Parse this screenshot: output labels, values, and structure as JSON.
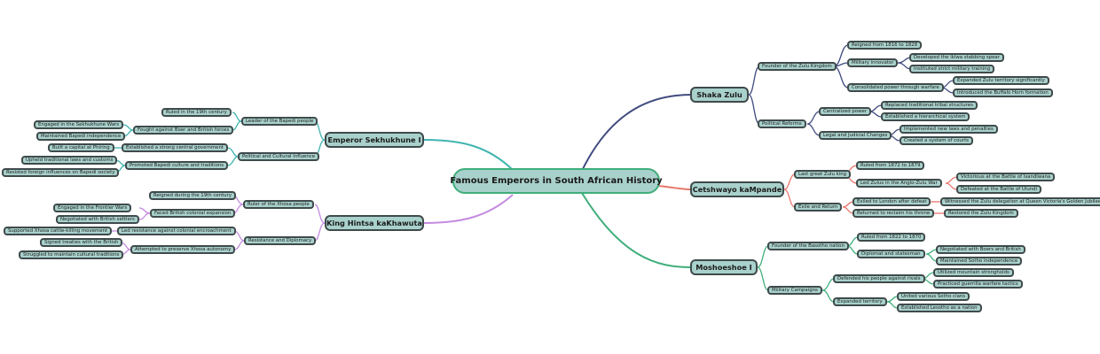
{
  "root": {
    "title": "Famous Emperors in South African History"
  },
  "colors": {
    "shaka": "#3f4a7e",
    "cetshwayo": "#e8776c",
    "moshoeshoe": "#3fae7b",
    "sekhukhune": "#3fb4b0",
    "hintsa": "#c48be0",
    "node_fill": "#a9d1cc",
    "node_border": "#3f4a4b",
    "root_border": "#3fae7b"
  },
  "branches": {
    "shaka": {
      "name": "Shaka Zulu",
      "founder": {
        "label": "Founder of the Zulu Kingdom",
        "reigned": "Reigned from 1816 to 1828",
        "military": {
          "label": "Military innovator",
          "spear": "Developed the iklwa stabbing spear",
          "training": "Instituted strict military training"
        },
        "consolidated": {
          "label": "Consolidated power through warfare",
          "expanded": "Expanded Zulu territory significantly",
          "buffalo": "Introduced the Buffalo Horn formation"
        }
      },
      "reforms": {
        "label": "Political Reforms",
        "centralized": {
          "label": "Centralized power",
          "replaced": "Replaced traditional tribal structures",
          "hierarchical": "Established a hierarchical system"
        },
        "legal": {
          "label": "Legal and Judicial Changes",
          "laws": "Implemented new laws and penalties",
          "courts": "Created a system of courts"
        }
      }
    },
    "cetshwayo": {
      "name": "Cetshwayo kaMpande",
      "last": {
        "label": "Last great Zulu king",
        "ruled": "Ruled from 1872 to 1879",
        "war": {
          "label": "Led Zulus in the Anglo-Zulu War",
          "isandlwana": "Victorious at the Battle of Isandlwana",
          "ulundi": "Defeated at the Battle of Ulundi"
        }
      },
      "exile": {
        "label": "Exile and Return",
        "london": {
          "label": "Exiled to London after defeat",
          "jubilee": "Witnessed the Zulu delegation at Queen Victoria's Golden Jubilee"
        },
        "returned": {
          "label": "Returned to reclaim his throne",
          "restored": "Restored the Zulu Kingdom"
        }
      }
    },
    "moshoeshoe": {
      "name": "Moshoeshoe I",
      "founder": {
        "label": "Founder of the Basotho nation",
        "ruled": "Ruled from 1822 to 1870",
        "diplomat": {
          "label": "Diplomat and statesman",
          "negotiated": "Negotiated with Boers and British",
          "maintained": "Maintained Sotho independence"
        }
      },
      "campaigns": {
        "label": "Military Campaigns",
        "defended": {
          "label": "Defended his people against rivals",
          "strongholds": "Utilized mountain strongholds",
          "guerrilla": "Practiced guerrilla warfare tactics"
        },
        "expanded": {
          "label": "Expanded territory",
          "united": "United various Sotho clans",
          "lesotho": "Established Lesotho as a nation"
        }
      }
    },
    "sekhukhune": {
      "name": "Emperor Sekhukhune I",
      "leader": {
        "label": "Leader of the Bapedi people",
        "ruled": "Ruled in the 19th century",
        "fought": {
          "label": "Fought against Boer and British forces",
          "wars": "Engaged in the Sekhukhune Wars",
          "independence": "Maintained Bapedi independence"
        }
      },
      "political": {
        "label": "Political and Cultural Influence",
        "government": {
          "label": "Established a strong central government",
          "capital": "Built a capital at Phiring"
        },
        "culture": {
          "label": "Promoted Bapedi culture and traditions",
          "customs": "Upheld traditional laws and customs",
          "resisted": "Resisted foreign influences on Bapedi society"
        }
      }
    },
    "hintsa": {
      "name": "King Hintsa kaKhawuta",
      "ruler": {
        "label": "Ruler of the Xhosa people",
        "reigned": "Reigned during the 19th century",
        "faced": {
          "label": "Faced British colonial expansion",
          "frontier": "Engaged in the Frontier Wars",
          "settlers": "Negotiated with British settlers"
        }
      },
      "resistance": {
        "label": "Resistance and Diplomacy",
        "led": {
          "label": "Led resistance against colonial encroachment",
          "cattle": "Supported Xhosa cattle-killing movement"
        },
        "preserve": {
          "label": "Attempted to preserve Xhosa autonomy",
          "treaties": "Signed treaties with the British",
          "traditions": "Struggled to maintain cultural traditions"
        }
      }
    }
  }
}
